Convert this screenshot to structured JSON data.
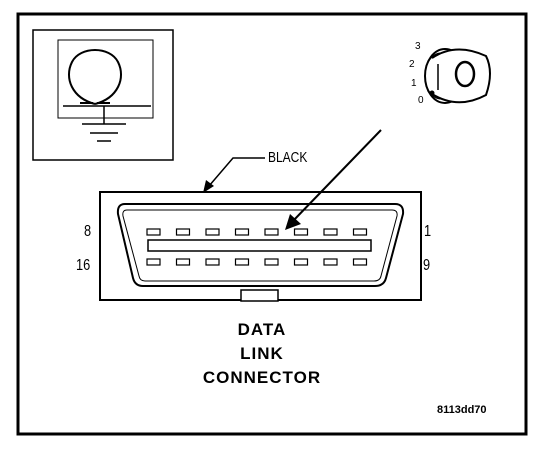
{
  "labels": {
    "wire_color": "BLACK",
    "pin_top_left": "8",
    "pin_top_right": "1",
    "pin_bottom_left": "16",
    "pin_bottom_right": "9",
    "caption_line1": "DATA",
    "caption_line2": "LINK",
    "caption_line3": "CONNECTOR",
    "figure_code": "8113dd70"
  },
  "ignition_positions": [
    "3",
    "2",
    "1",
    "0"
  ],
  "ignition_selected": "0",
  "colors": {
    "ink": "#000000",
    "background": "#ffffff"
  }
}
